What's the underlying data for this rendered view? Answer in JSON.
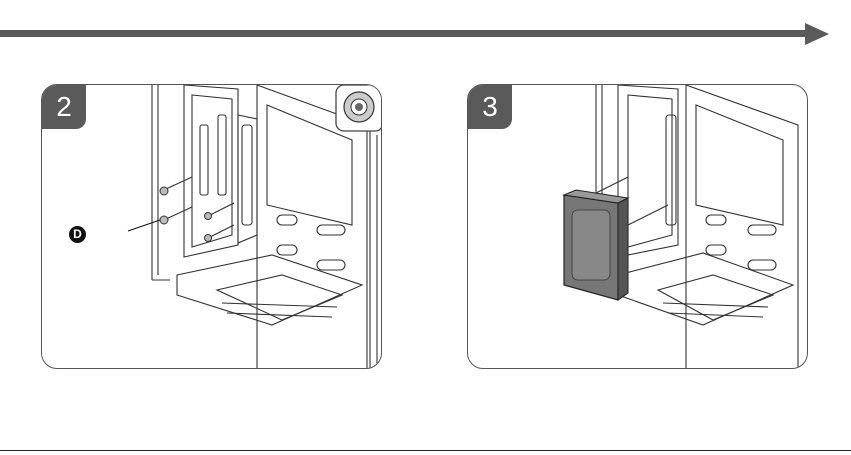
{
  "steps": [
    {
      "number": "2",
      "callout": "D"
    },
    {
      "number": "3"
    }
  ],
  "arrow_color": "#5a5a5a",
  "icons": [
    "progress-arrow",
    "grommet-icon",
    "hard-drive-icon",
    "screw-icon"
  ]
}
